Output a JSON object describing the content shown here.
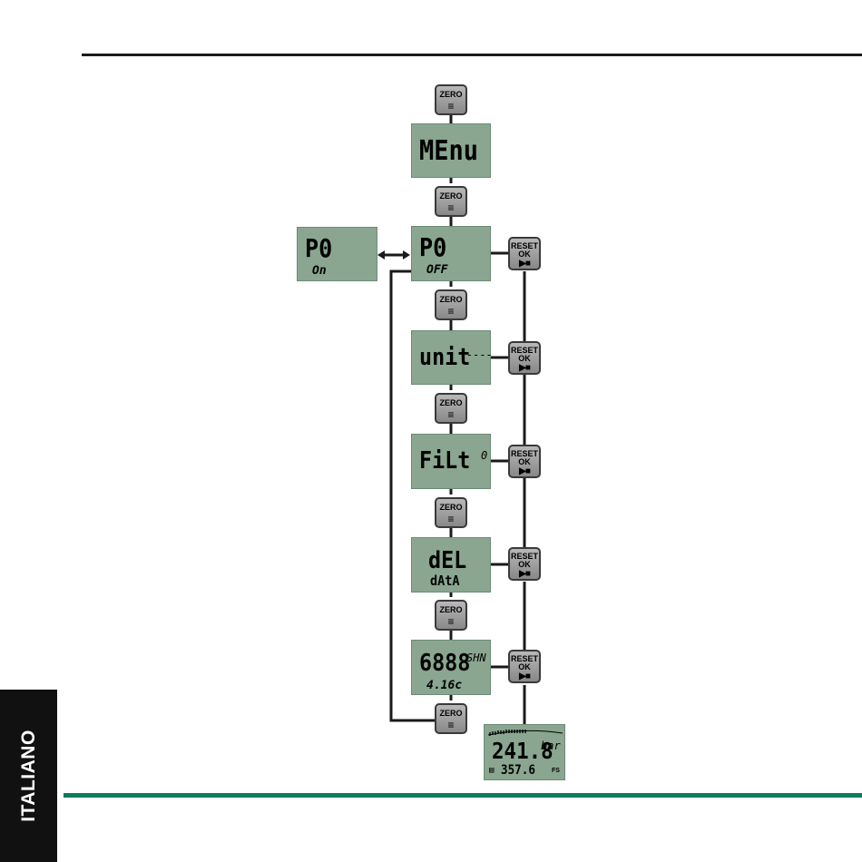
{
  "language_tab": "ITALIANO",
  "buttons": {
    "zero_label": "ZERO",
    "zero_glyph": "≡",
    "reset_label": "RESET",
    "ok_label": "OK",
    "play_stop_glyph": "▶■"
  },
  "screens": {
    "menu": {
      "line1": "MEnu"
    },
    "p0_off": {
      "line1": "P0",
      "line2": "OFF"
    },
    "p0_on": {
      "line1": "P0",
      "line2": "On"
    },
    "unit": {
      "line1": "unit",
      "suffix": "----"
    },
    "filt": {
      "line1": "FiLt",
      "suffix": "0"
    },
    "del_data": {
      "line1": "dEL",
      "line2": "dAtA"
    },
    "version": {
      "line1": "6888",
      "suffix": "SHN",
      "line2": "4.16c"
    },
    "main": {
      "value": "241.8",
      "unit": "bar",
      "sub_value": "357.6",
      "tag": "FS"
    }
  },
  "colors": {
    "lcd": "#8aa690",
    "accent_rule": "#0e7a5a",
    "tab": "#111111"
  }
}
